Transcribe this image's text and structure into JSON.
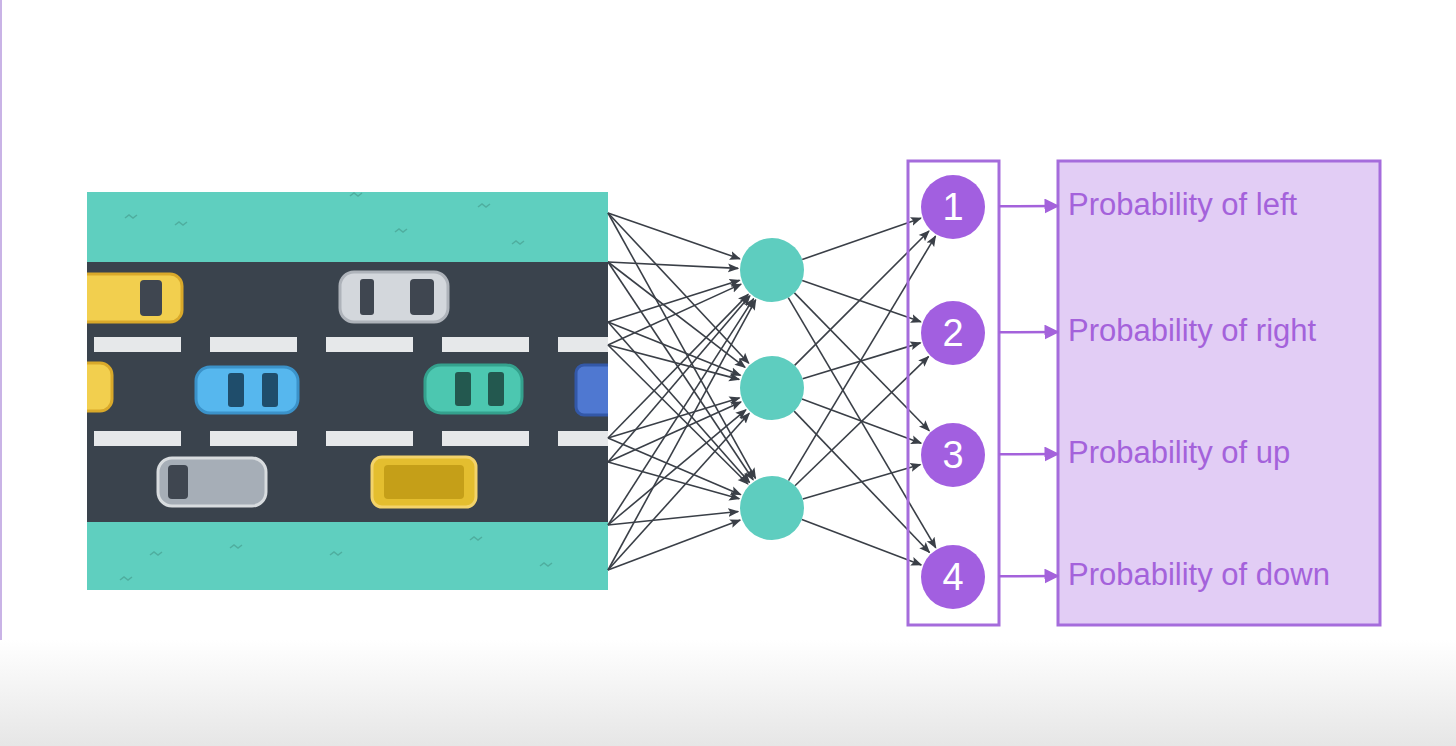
{
  "diagram": {
    "nodes": [
      {
        "text": [
          "1"
        ]
      },
      {
        "text": [
          "2"
        ]
      },
      {
        "text": [
          "3"
        ]
      },
      {
        "text": [
          "4"
        ]
      },
      {
        "text": [
          "Probability of left"
        ]
      },
      {
        "text": [
          "Probability of right"
        ]
      },
      {
        "text": [
          "Probability of up"
        ]
      },
      {
        "text": [
          "Probability of down"
        ]
      }
    ],
    "edges": [
      {
        "from": 0,
        "to": 4,
        "arrow": "to"
      },
      {
        "from": 1,
        "to": 5,
        "arrow": "to"
      },
      {
        "from": 2,
        "to": 6,
        "arrow": "to"
      },
      {
        "from": 3,
        "to": 7,
        "arrow": "to"
      }
    ]
  }
}
